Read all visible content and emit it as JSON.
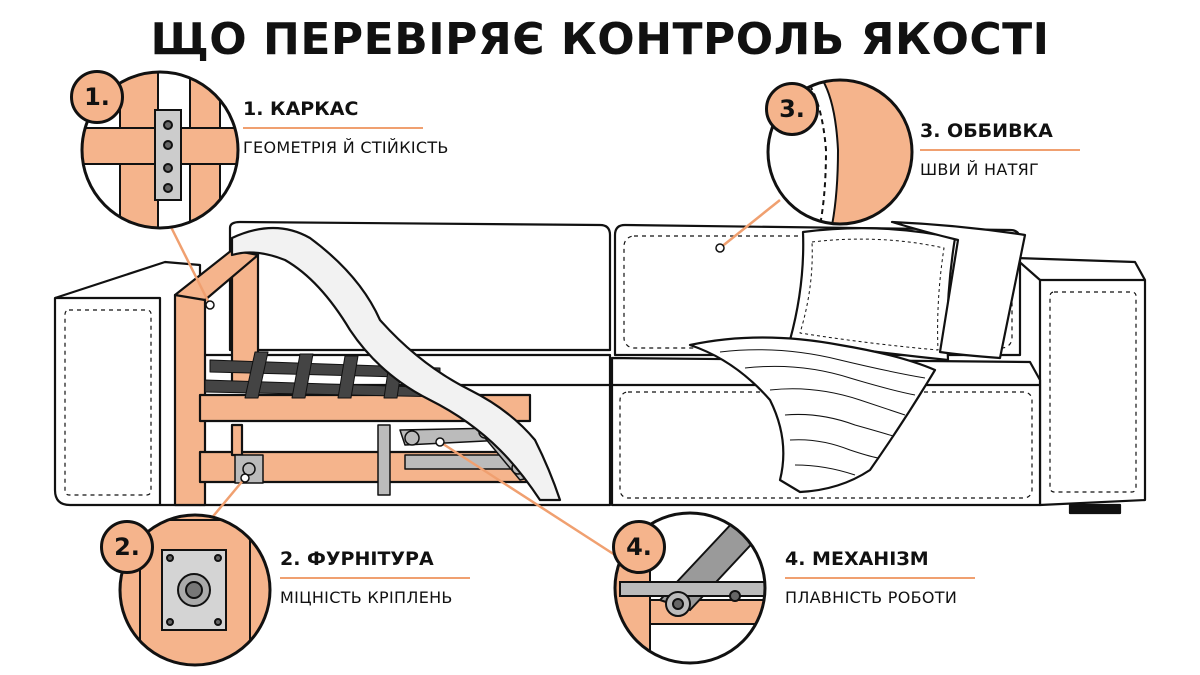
{
  "title": "ЩО ПЕРЕВІРЯЄ КОНТРОЛЬ ЯКОСТІ",
  "colors": {
    "wood": "#f5b48c",
    "accent": "#f0a070",
    "line": "#111111",
    "metal": "#9a9a9a",
    "strap": "#444444"
  },
  "callouts": [
    {
      "number": "1.",
      "heading": "1. КАРКАС",
      "subtitle": "ГЕОМЕТРІЯ Й СТІЙКІСТЬ",
      "icon": "frame-closeup-icon"
    },
    {
      "number": "2.",
      "heading": "2. ФУРНІТУРА",
      "subtitle": "МІЦНІСТЬ КРІПЛЕНЬ",
      "icon": "bolt-plate-closeup-icon"
    },
    {
      "number": "3.",
      "heading": "3. ОББИВКА",
      "subtitle": "ШВИ Й НАТЯГ",
      "icon": "seam-closeup-icon"
    },
    {
      "number": "4.",
      "heading": "4. МЕХАНІЗМ",
      "subtitle": "ПЛАВНІСТЬ РОБОТИ",
      "icon": "mechanism-closeup-icon"
    }
  ]
}
